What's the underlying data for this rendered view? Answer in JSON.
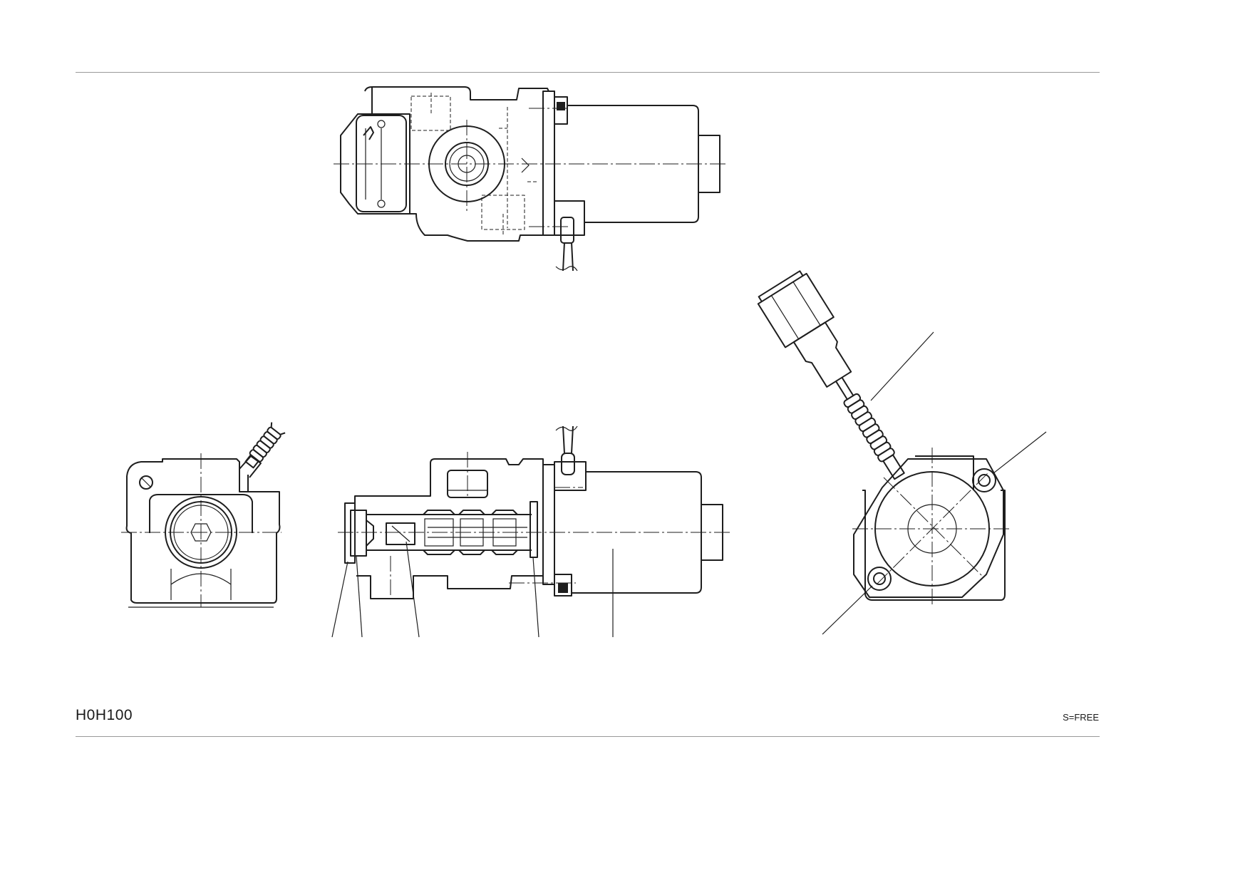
{
  "drawing": {
    "code": "H0H100",
    "scale": "S=FREE"
  },
  "views": [
    {
      "id": "top-view",
      "label": ""
    },
    {
      "id": "end-view",
      "label": ""
    },
    {
      "id": "section-view",
      "label": ""
    },
    {
      "id": "rear-view",
      "label": ""
    }
  ]
}
